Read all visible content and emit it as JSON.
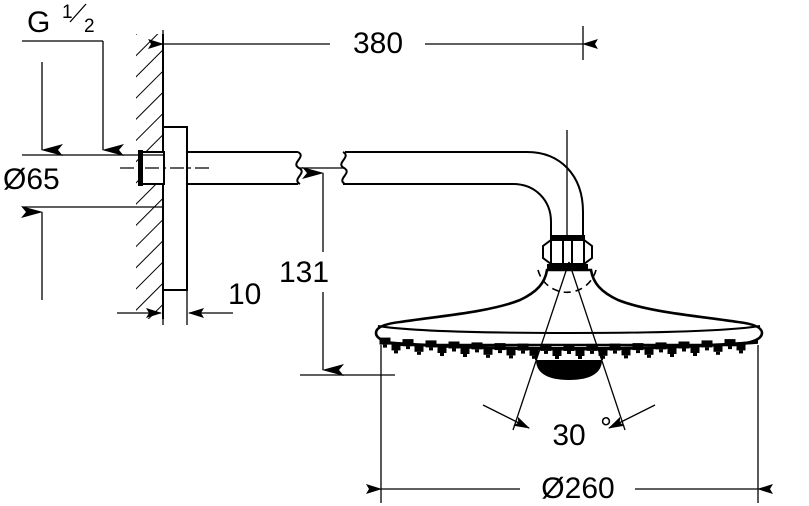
{
  "drawing": {
    "title": "Shower head technical dimension drawing",
    "units": "mm",
    "background_color": "#ffffff",
    "line_color": "#000000"
  },
  "dimensions": {
    "thread": {
      "label": "G",
      "fraction_numerator": "1",
      "fraction_denominator": "2",
      "name": "thread-size-callout"
    },
    "flange_diameter": {
      "label": "Ø65",
      "value": 65,
      "orientation": "vertical",
      "name": "flange-diameter-dimension"
    },
    "arm_length": {
      "label": "380",
      "value": 380,
      "orientation": "horizontal",
      "name": "arm-projection-dimension"
    },
    "wall_offset": {
      "label": "10",
      "value": 10,
      "orientation": "horizontal",
      "name": "wall-offset-dimension"
    },
    "drop_height": {
      "label": "131",
      "value": 131,
      "orientation": "vertical",
      "name": "drop-height-dimension"
    },
    "swivel_angle": {
      "label": "30",
      "degree_symbol": "°",
      "value": 30,
      "name": "swivel-angle-dimension"
    },
    "head_diameter": {
      "label": "Ø260",
      "value": 260,
      "orientation": "horizontal",
      "name": "head-diameter-dimension"
    }
  },
  "parts": {
    "wall": "wall-section-hatching",
    "flange": "wall-flange",
    "arm": "shower-arm",
    "break_symbol": "arm-break-symbol",
    "elbow": "arm-elbow",
    "nut": "connector-hex-nut",
    "ball_joint": "ball-joint-dashed-circle",
    "head": "shower-head-disc",
    "nozzles": "spray-nozzle-array",
    "center_boss": "head-center-boss"
  }
}
